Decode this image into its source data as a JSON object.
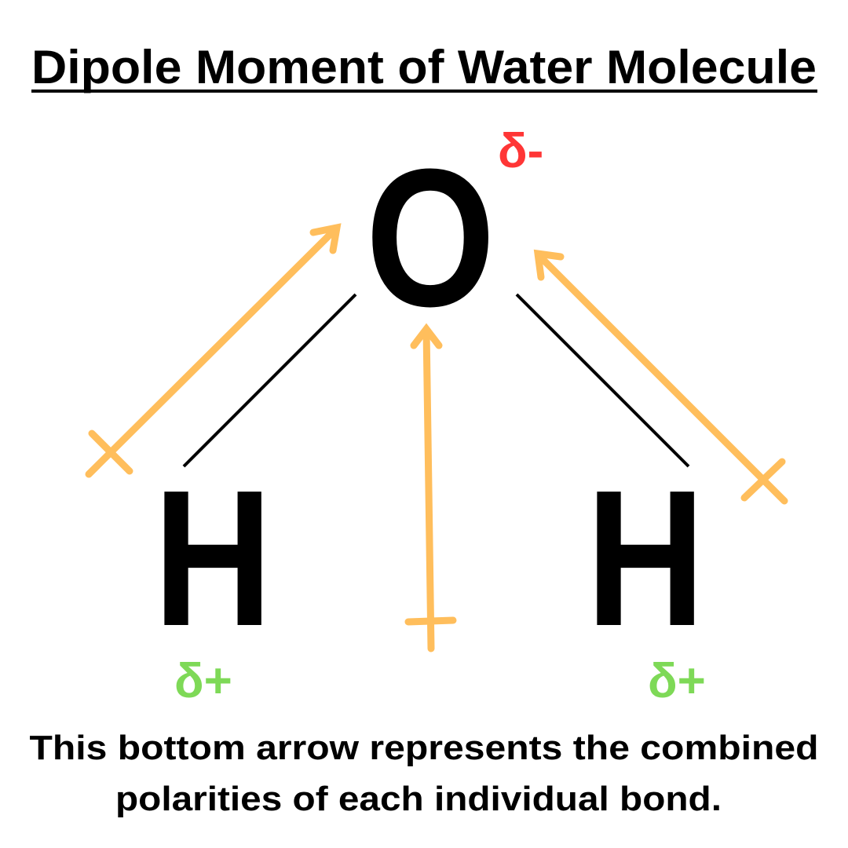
{
  "title": "Dipole Moment of Water Molecule",
  "atoms": {
    "oxygen": "O",
    "hydrogen_left": "H",
    "hydrogen_right": "H"
  },
  "charges": {
    "oxygen": "δ-",
    "hydrogen_left": "δ+",
    "hydrogen_right": "δ+"
  },
  "caption": {
    "line1": "This bottom arrow represents the combined",
    "line2": "polarities of each individual bond."
  },
  "colors": {
    "arrow": "#ffbe5c",
    "negative": "#ff3636",
    "positive": "#7ed957",
    "text": "#000000"
  }
}
